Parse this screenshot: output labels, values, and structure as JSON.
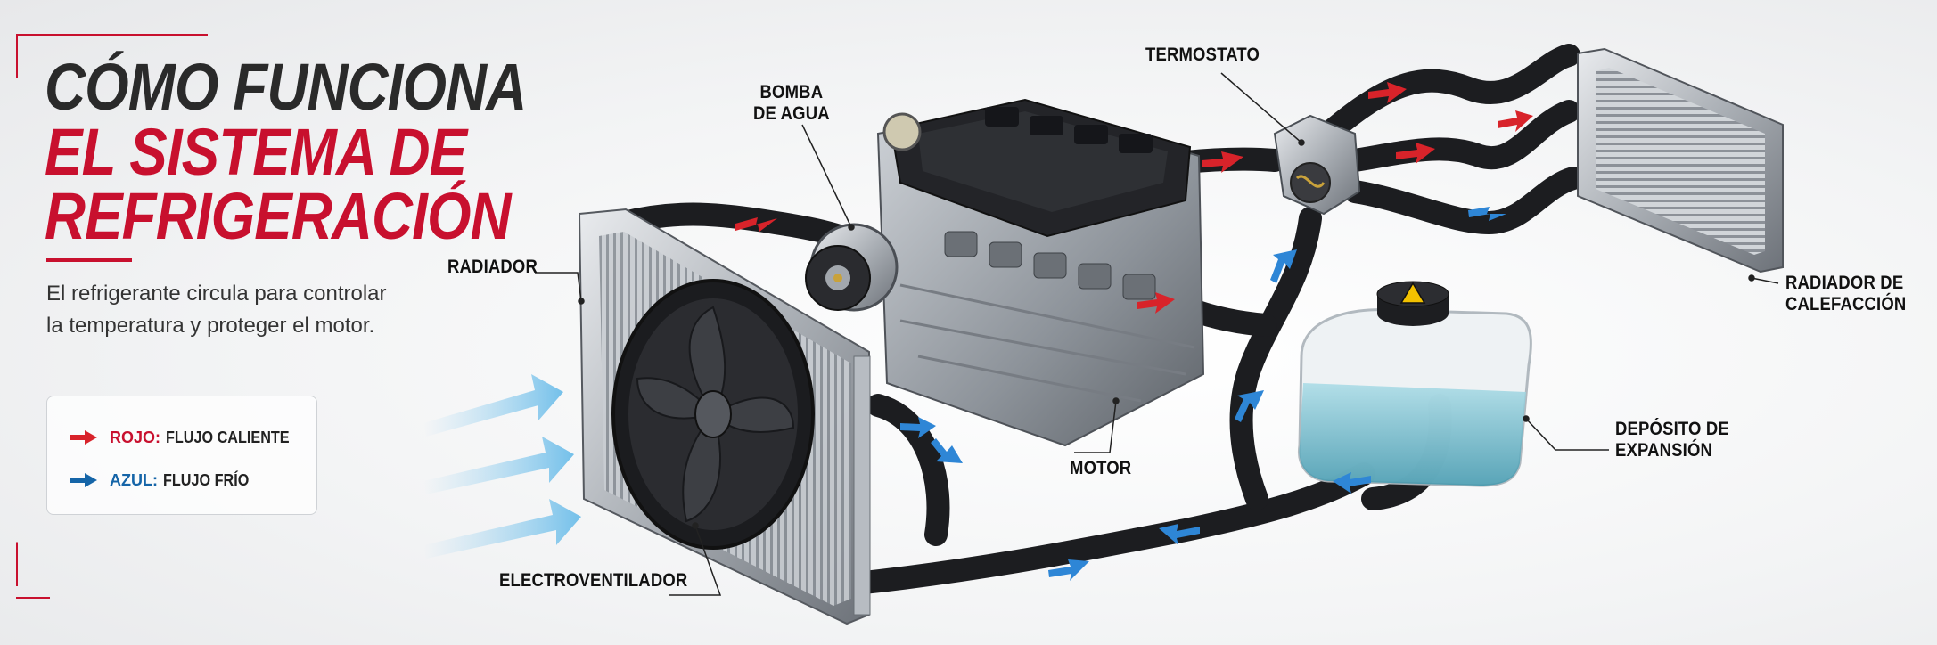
{
  "header": {
    "title_line1": "CÓMO FUNCIONA",
    "title_line2": "EL SISTEMA DE",
    "title_line3": "REFRIGERACIÓN",
    "subtitle_line1": "El refrigerante circula para controlar",
    "subtitle_line2": "la temperatura y proteger el motor."
  },
  "legend": {
    "hot_key": "ROJO:",
    "hot_label": "FLUJO CALIENTE",
    "cold_key": "AZUL:",
    "cold_label": "FLUJO FRÍO"
  },
  "callouts": {
    "bomba_line1": "BOMBA",
    "bomba_line2": "DE AGUA",
    "termostato": "TERMOSTATO",
    "radiador": "RADIADOR",
    "motor": "MOTOR",
    "electroventilador": "ELECTROVENTILADOR",
    "deposito_line1": "DEPÓSITO DE",
    "deposito_line2": "EXPANSIÓN",
    "calefaccion_line1": "RADIADOR DE",
    "calefaccion_line2": "CALEFACCIÓN"
  },
  "colors": {
    "brand_red": "#c8102e",
    "hot_flow": "#d8232a",
    "cold_flow": "#2e86d6",
    "title_dark": "#2a2a2a",
    "coolant": "#7fc3d6"
  },
  "icons": [
    "hot-flow-arrow-icon",
    "cold-flow-arrow-icon",
    "airflow-arrow-icon",
    "cooling-fan-icon",
    "warning-cap-icon"
  ]
}
